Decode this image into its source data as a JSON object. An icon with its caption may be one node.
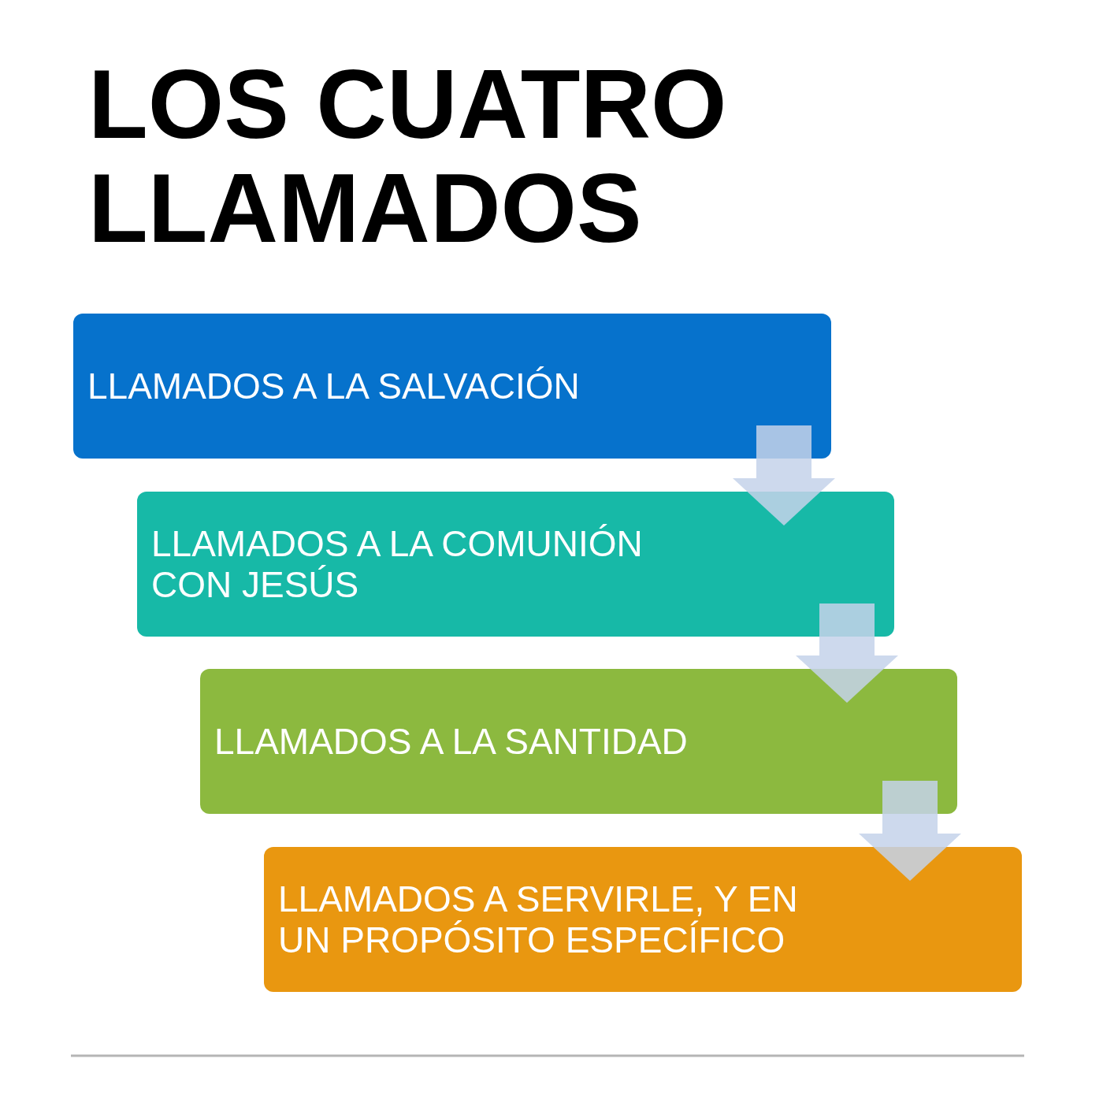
{
  "diagram": {
    "title": "LOS CUATRO LLAMADOS",
    "nodes": [
      {
        "text": [
          "LLAMADOS A LA SALVACIÓN"
        ]
      },
      {
        "text": [
          "LLAMADOS A LA COMUNIÓN CON JESÚS"
        ]
      },
      {
        "text": [
          "LLAMADOS A LA SANTIDAD"
        ]
      },
      {
        "text": [
          "LLAMADOS A SERVIRLE, Y EN UN PROPÓSITO ESPECÍFICO"
        ]
      }
    ],
    "edges": [
      {
        "from": 0,
        "to": 1,
        "arrow": "to"
      },
      {
        "from": 1,
        "to": 2,
        "arrow": "to"
      },
      {
        "from": 2,
        "to": 3,
        "arrow": "to"
      }
    ]
  }
}
